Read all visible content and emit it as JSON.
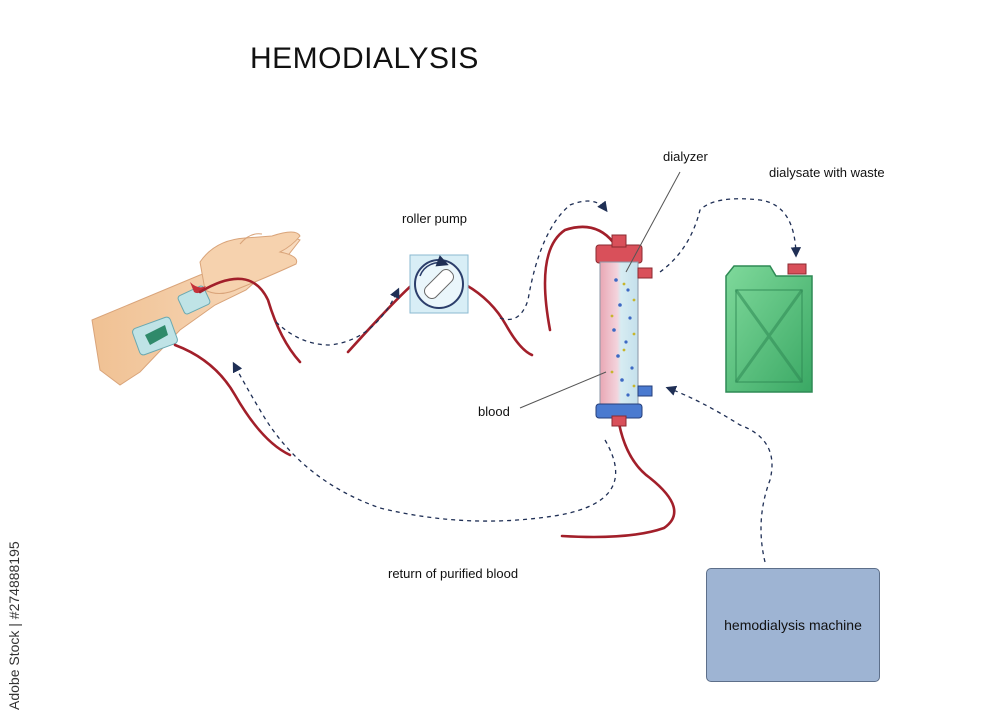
{
  "title": "HEMODIALYSIS",
  "labels": {
    "roller_pump": "roller pump",
    "dialyzer": "dialyzer",
    "dialysate_with_waste": "dialysate with waste",
    "blood": "blood",
    "return_of_purified_blood": "return of purified blood",
    "hemodialysis_machine": "hemodialysis machine"
  },
  "stock_id": "Adobe Stock | #274888195",
  "colors": {
    "blood_tube": "#a21f2a",
    "flow_arrow": "#1f2f55",
    "canister": "#4fc27a",
    "machine": "#9eb4d3",
    "cap_red": "#d9505a",
    "cap_blue": "#4a7ad0",
    "skin": "#f4cfa6"
  }
}
